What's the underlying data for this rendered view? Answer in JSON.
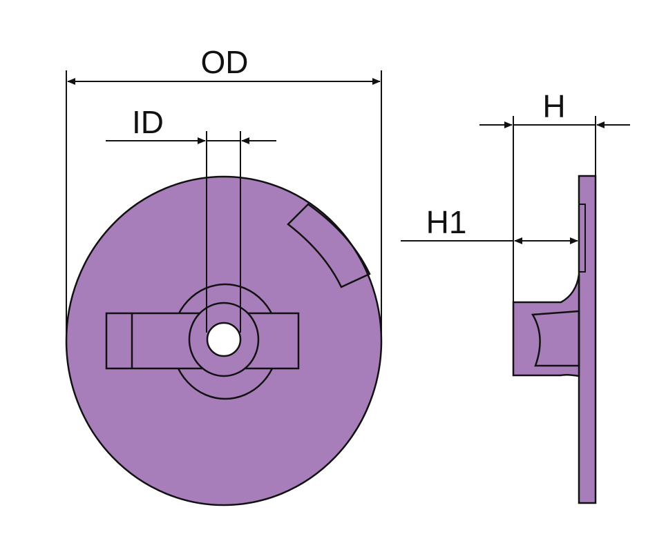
{
  "labels": {
    "od": "OD",
    "id": "ID",
    "h": "H",
    "h1": "H1"
  },
  "colors": {
    "fill": "#A77DBA",
    "stroke": "#111111",
    "hole": "#FFFFFF",
    "background": "#FFFFFF"
  }
}
